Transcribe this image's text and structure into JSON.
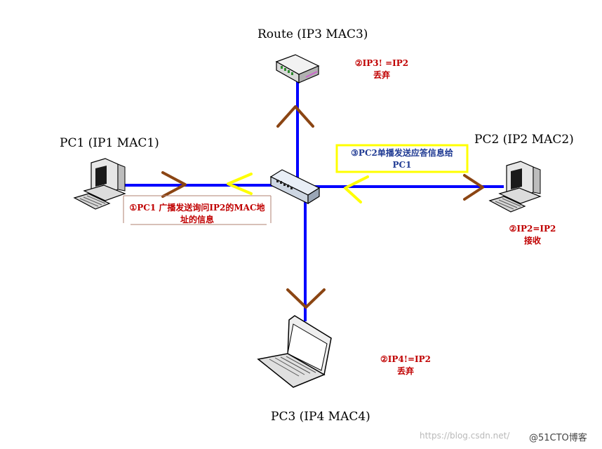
{
  "nodes": {
    "router": {
      "label": "Route (IP3 MAC3)",
      "note_line1": "②IP3! =IP2",
      "note_line2": "丢弃"
    },
    "pc1": {
      "label": "PC1 (IP1 MAC1)",
      "note_line1": "①PC1 广播发送询问IP2的MAC地",
      "note_line2": "址的信息"
    },
    "pc2": {
      "label": "PC2 (IP2 MAC2)",
      "note_line1": "②IP2=IP2",
      "note_line2": "接收"
    },
    "pc3": {
      "label": "PC3 (IP4 MAC4)",
      "note_line1": "②IP4!=IP2",
      "note_line2": "丢弃"
    }
  },
  "unicast_note": {
    "line1": "③PC2单播发送应答信息给",
    "line2": "PC1"
  },
  "colors": {
    "link": "#0000ff",
    "broadcast_arrow": "#8b4513",
    "reply_arrow": "#ffff00",
    "note_red": "#c00000",
    "note_blue": "#1f3a93",
    "reply_box": "#ffff00"
  },
  "watermark": {
    "site": "https://blog.csdn.net/",
    "brand": "@51CTO博客"
  }
}
